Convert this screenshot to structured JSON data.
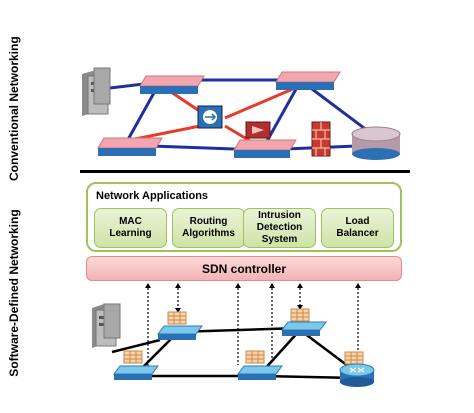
{
  "labels": {
    "conventional": "Conventional Networking",
    "sdn": "Software-Defined Networking"
  },
  "network_applications": {
    "title": "Network Applications",
    "items": [
      "MAC\nLearning",
      "Routing\nAlgorithms",
      "Intrusion\nDetection\nSystem",
      "Load\nBalancer"
    ]
  },
  "controller": {
    "label": "SDN controller"
  },
  "colors": {
    "link_blue": "#1f2f9c",
    "link_red": "#e8392b",
    "switch_top": "#f2a7b0",
    "switch_side": "#2b6fb5",
    "sdn_switch": "#3aa6d8",
    "apps_border": "#9dc35b",
    "controller_fill": "#f6c3c3"
  }
}
